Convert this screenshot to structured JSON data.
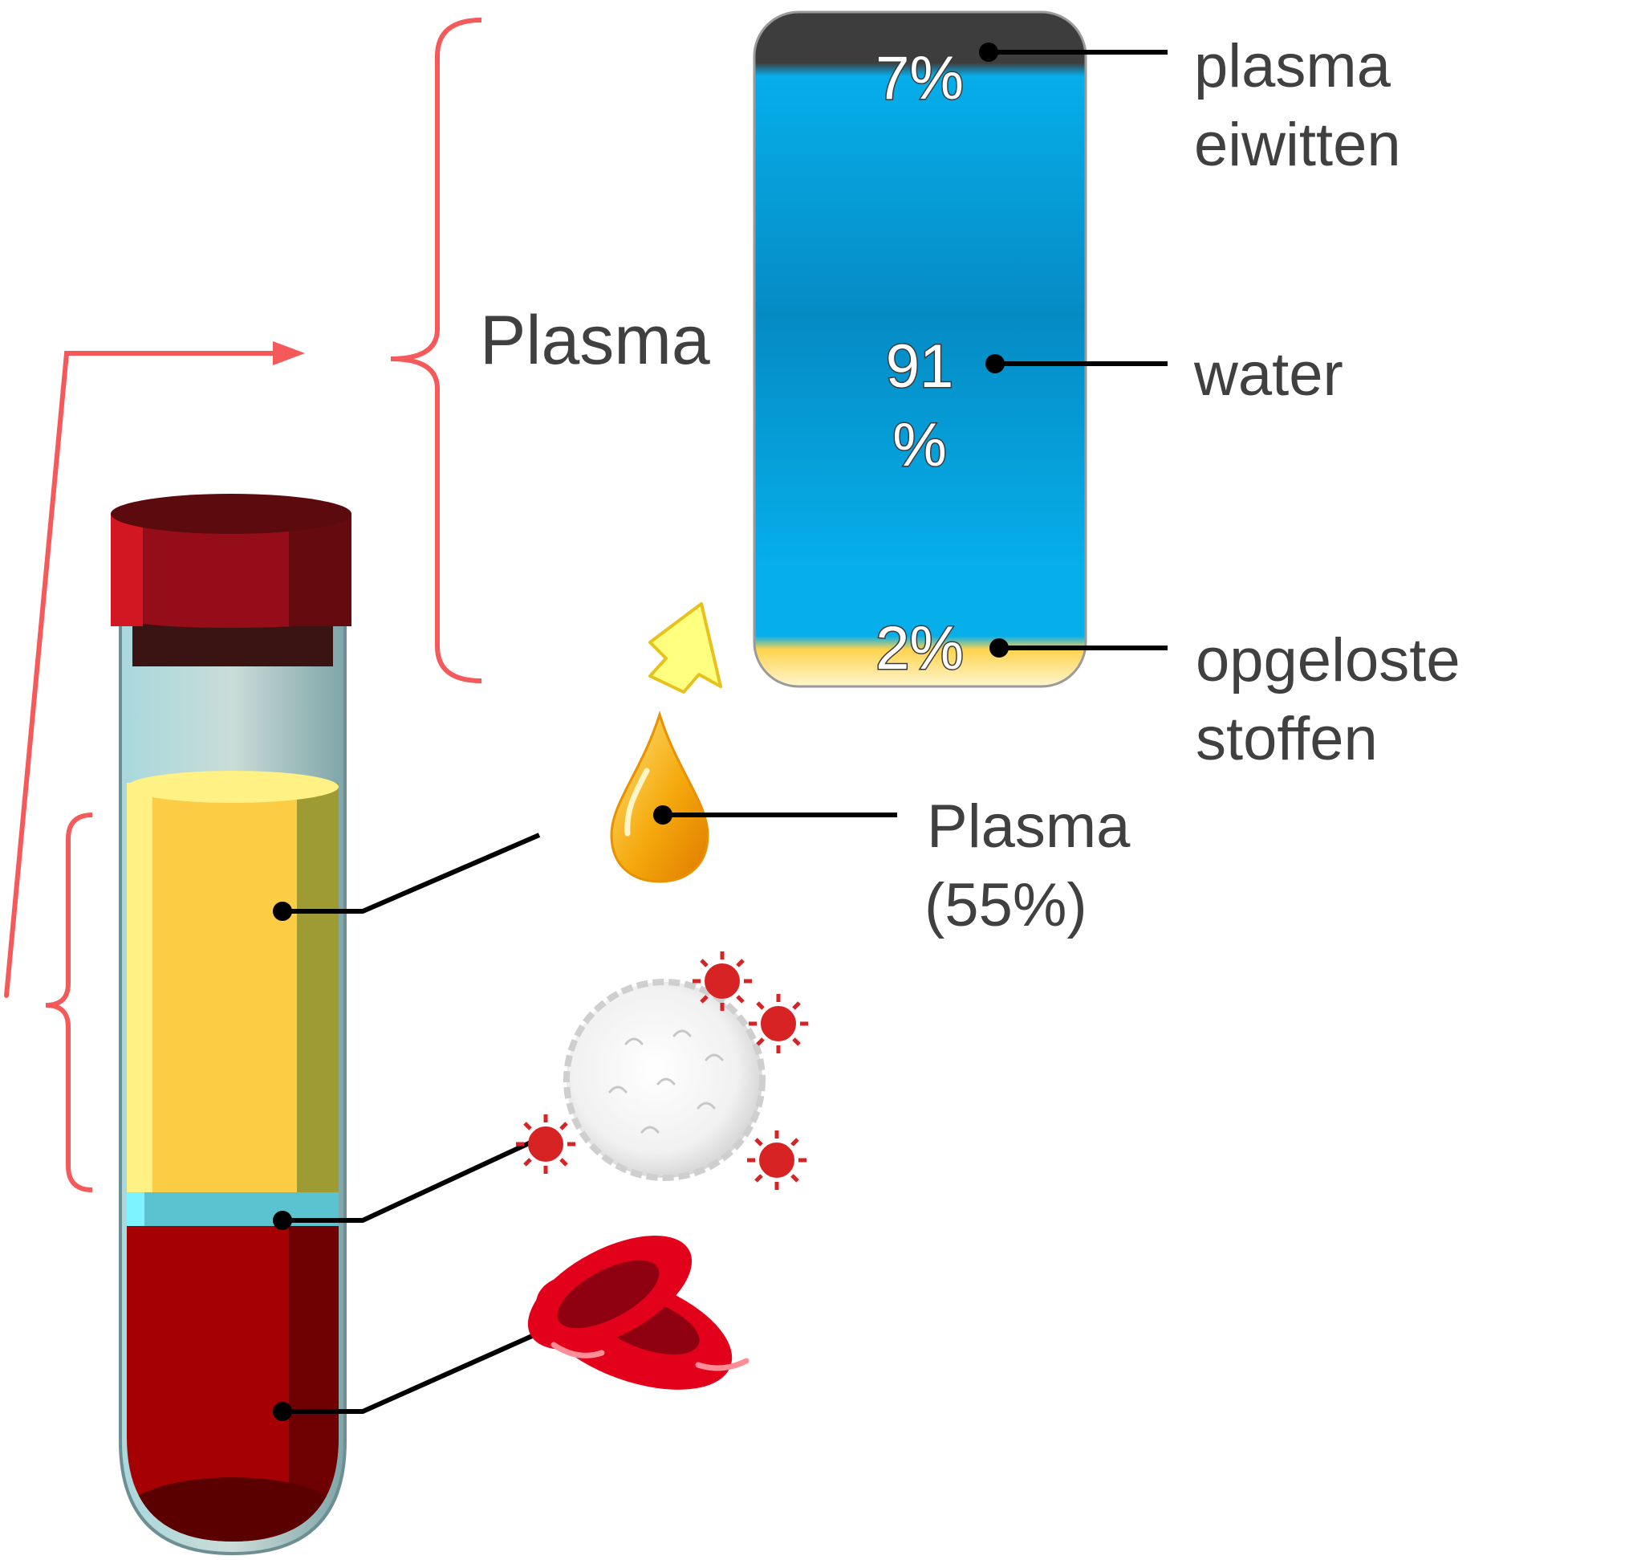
{
  "colors": {
    "bracket": "#f5595a",
    "label_text": "#404040",
    "leader": "#000000",
    "water": "#0a9fd8",
    "proteins": "#404040",
    "solutes": "#ffd34e",
    "plasma_tube": "#fccc45",
    "blood_tube": "#a50104",
    "tube_cap": "#950d18"
  },
  "bar": {
    "segments": [
      {
        "key": "proteins",
        "value": 7,
        "label_pct": "7%",
        "label": [
          "plasma",
          "eiwitten"
        ]
      },
      {
        "key": "water",
        "value": 91,
        "label_pct": [
          "91",
          "%"
        ],
        "label": [
          "water"
        ]
      },
      {
        "key": "solutes",
        "value": 2,
        "label_pct": "2%",
        "label": [
          "opgeloste",
          "stoffen"
        ]
      }
    ]
  },
  "labels": {
    "plasma_bracket": "Plasma",
    "plasma_fraction": [
      "Plasma",
      "(55%)"
    ]
  },
  "icons": [
    "test-tube-icon",
    "plasma-drop-icon",
    "white-blood-cell-icon",
    "platelet-icon",
    "red-blood-cell-icon",
    "up-arrow-icon"
  ]
}
